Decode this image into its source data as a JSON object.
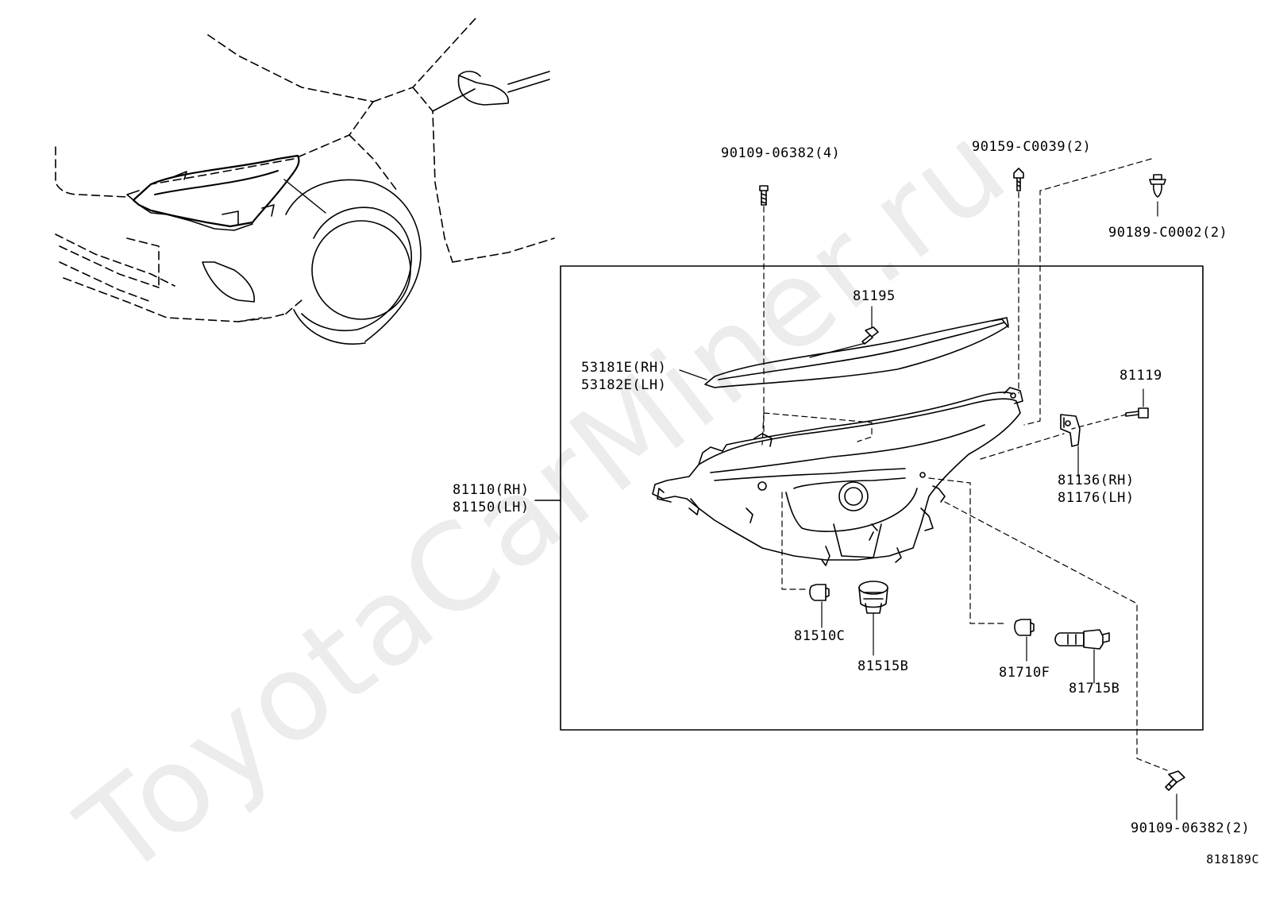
{
  "watermark": "ToyotaCarMiner.ru",
  "sheet_code": "818189C",
  "parts": {
    "bolt_top": "90109-06382(4)",
    "screw_top": "90159-C0039(2)",
    "clip": "90189-C0002(2)",
    "screw_81195": "81195",
    "trim_rh": "53181E(RH)",
    "trim_lh": "53182E(LH)",
    "screw_81119": "81119",
    "bracket_rh": "81136(RH)",
    "bracket_lh": "81176(LH)",
    "headlamp_rh": "81110(RH)",
    "headlamp_lh": "81150(LH)",
    "bulb_81510c": "81510C",
    "socket_81515b": "81515B",
    "bulb_81710f": "81710F",
    "bulb_81715b": "81715B",
    "bolt_bottom": "90109-06382(2)"
  }
}
